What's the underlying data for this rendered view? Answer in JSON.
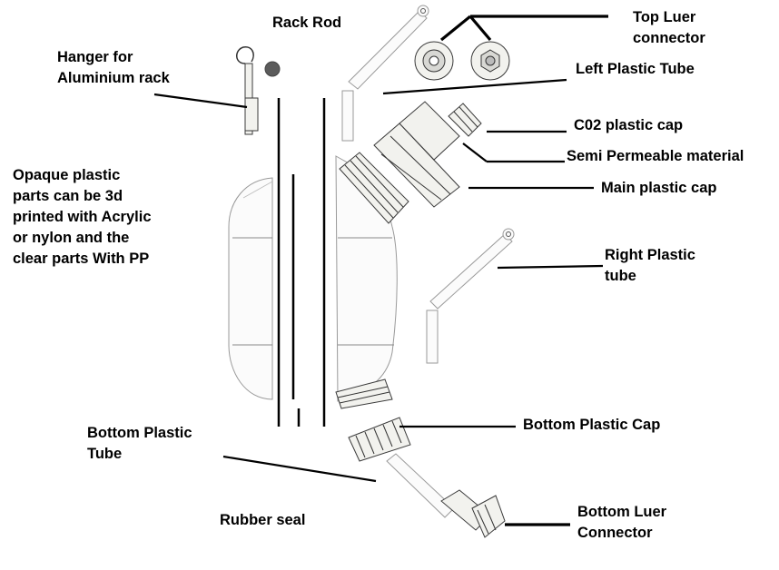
{
  "labels": {
    "rack_rod": "Rack Rod",
    "hanger": [
      "Hanger for",
      "Aluminium rack"
    ],
    "top_luer": [
      "Top Luer",
      "connector"
    ],
    "left_tube": "Left Plastic Tube",
    "co2_cap": "C02 plastic cap",
    "semi_permeable": "Semi Permeable material",
    "main_cap": "Main plastic cap",
    "note": [
      "Opaque plastic",
      "parts can be 3d",
      "printed with Acrylic",
      "or nylon and the",
      "clear parts With PP"
    ],
    "right_tube": [
      "Right Plastic",
      "tube"
    ],
    "bottom_cap": "Bottom Plastic Cap",
    "bottom_tube": [
      "Bottom Plastic",
      "Tube"
    ],
    "rubber_seal": "Rubber seal",
    "bottom_luer": [
      "Bottom Luer",
      "Connector"
    ]
  },
  "colors": {
    "line": "#000000",
    "part_fill": "#f2f2ee",
    "clear_fill": "#fbfbfb",
    "background": "#ffffff"
  }
}
